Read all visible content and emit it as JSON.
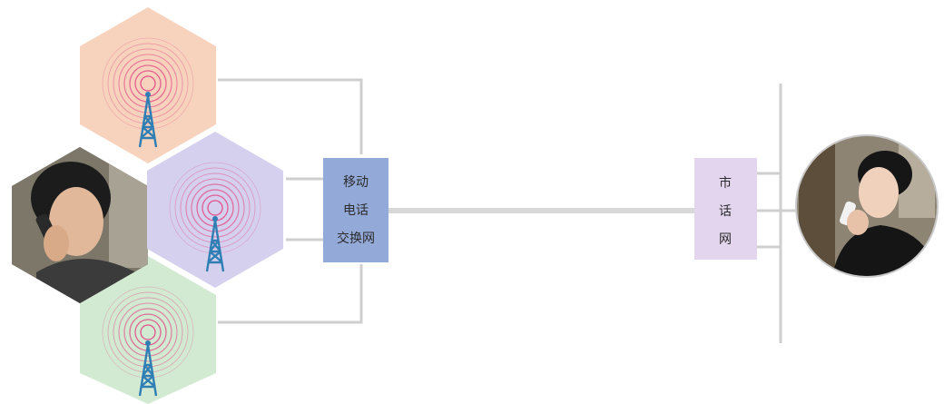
{
  "mobile_switch": {
    "lines": [
      "移动",
      "电话",
      "交换网"
    ],
    "color": "#93a9d8"
  },
  "local_network": {
    "chars": [
      "市",
      "话",
      "网"
    ],
    "color": "#e4d5ee"
  },
  "cells": [
    {
      "icon": "cell-tower-icon",
      "color": "#f7d3bd"
    },
    {
      "icon": "cell-tower-icon",
      "color": "#d5d0ee"
    },
    {
      "icon": "cell-tower-icon",
      "color": "#d3ead2"
    }
  ],
  "colors": {
    "line": "#cfcfcf",
    "trunk": "#d8d8d8",
    "tower": "#2f7fb5",
    "rings": "#e2508a"
  }
}
